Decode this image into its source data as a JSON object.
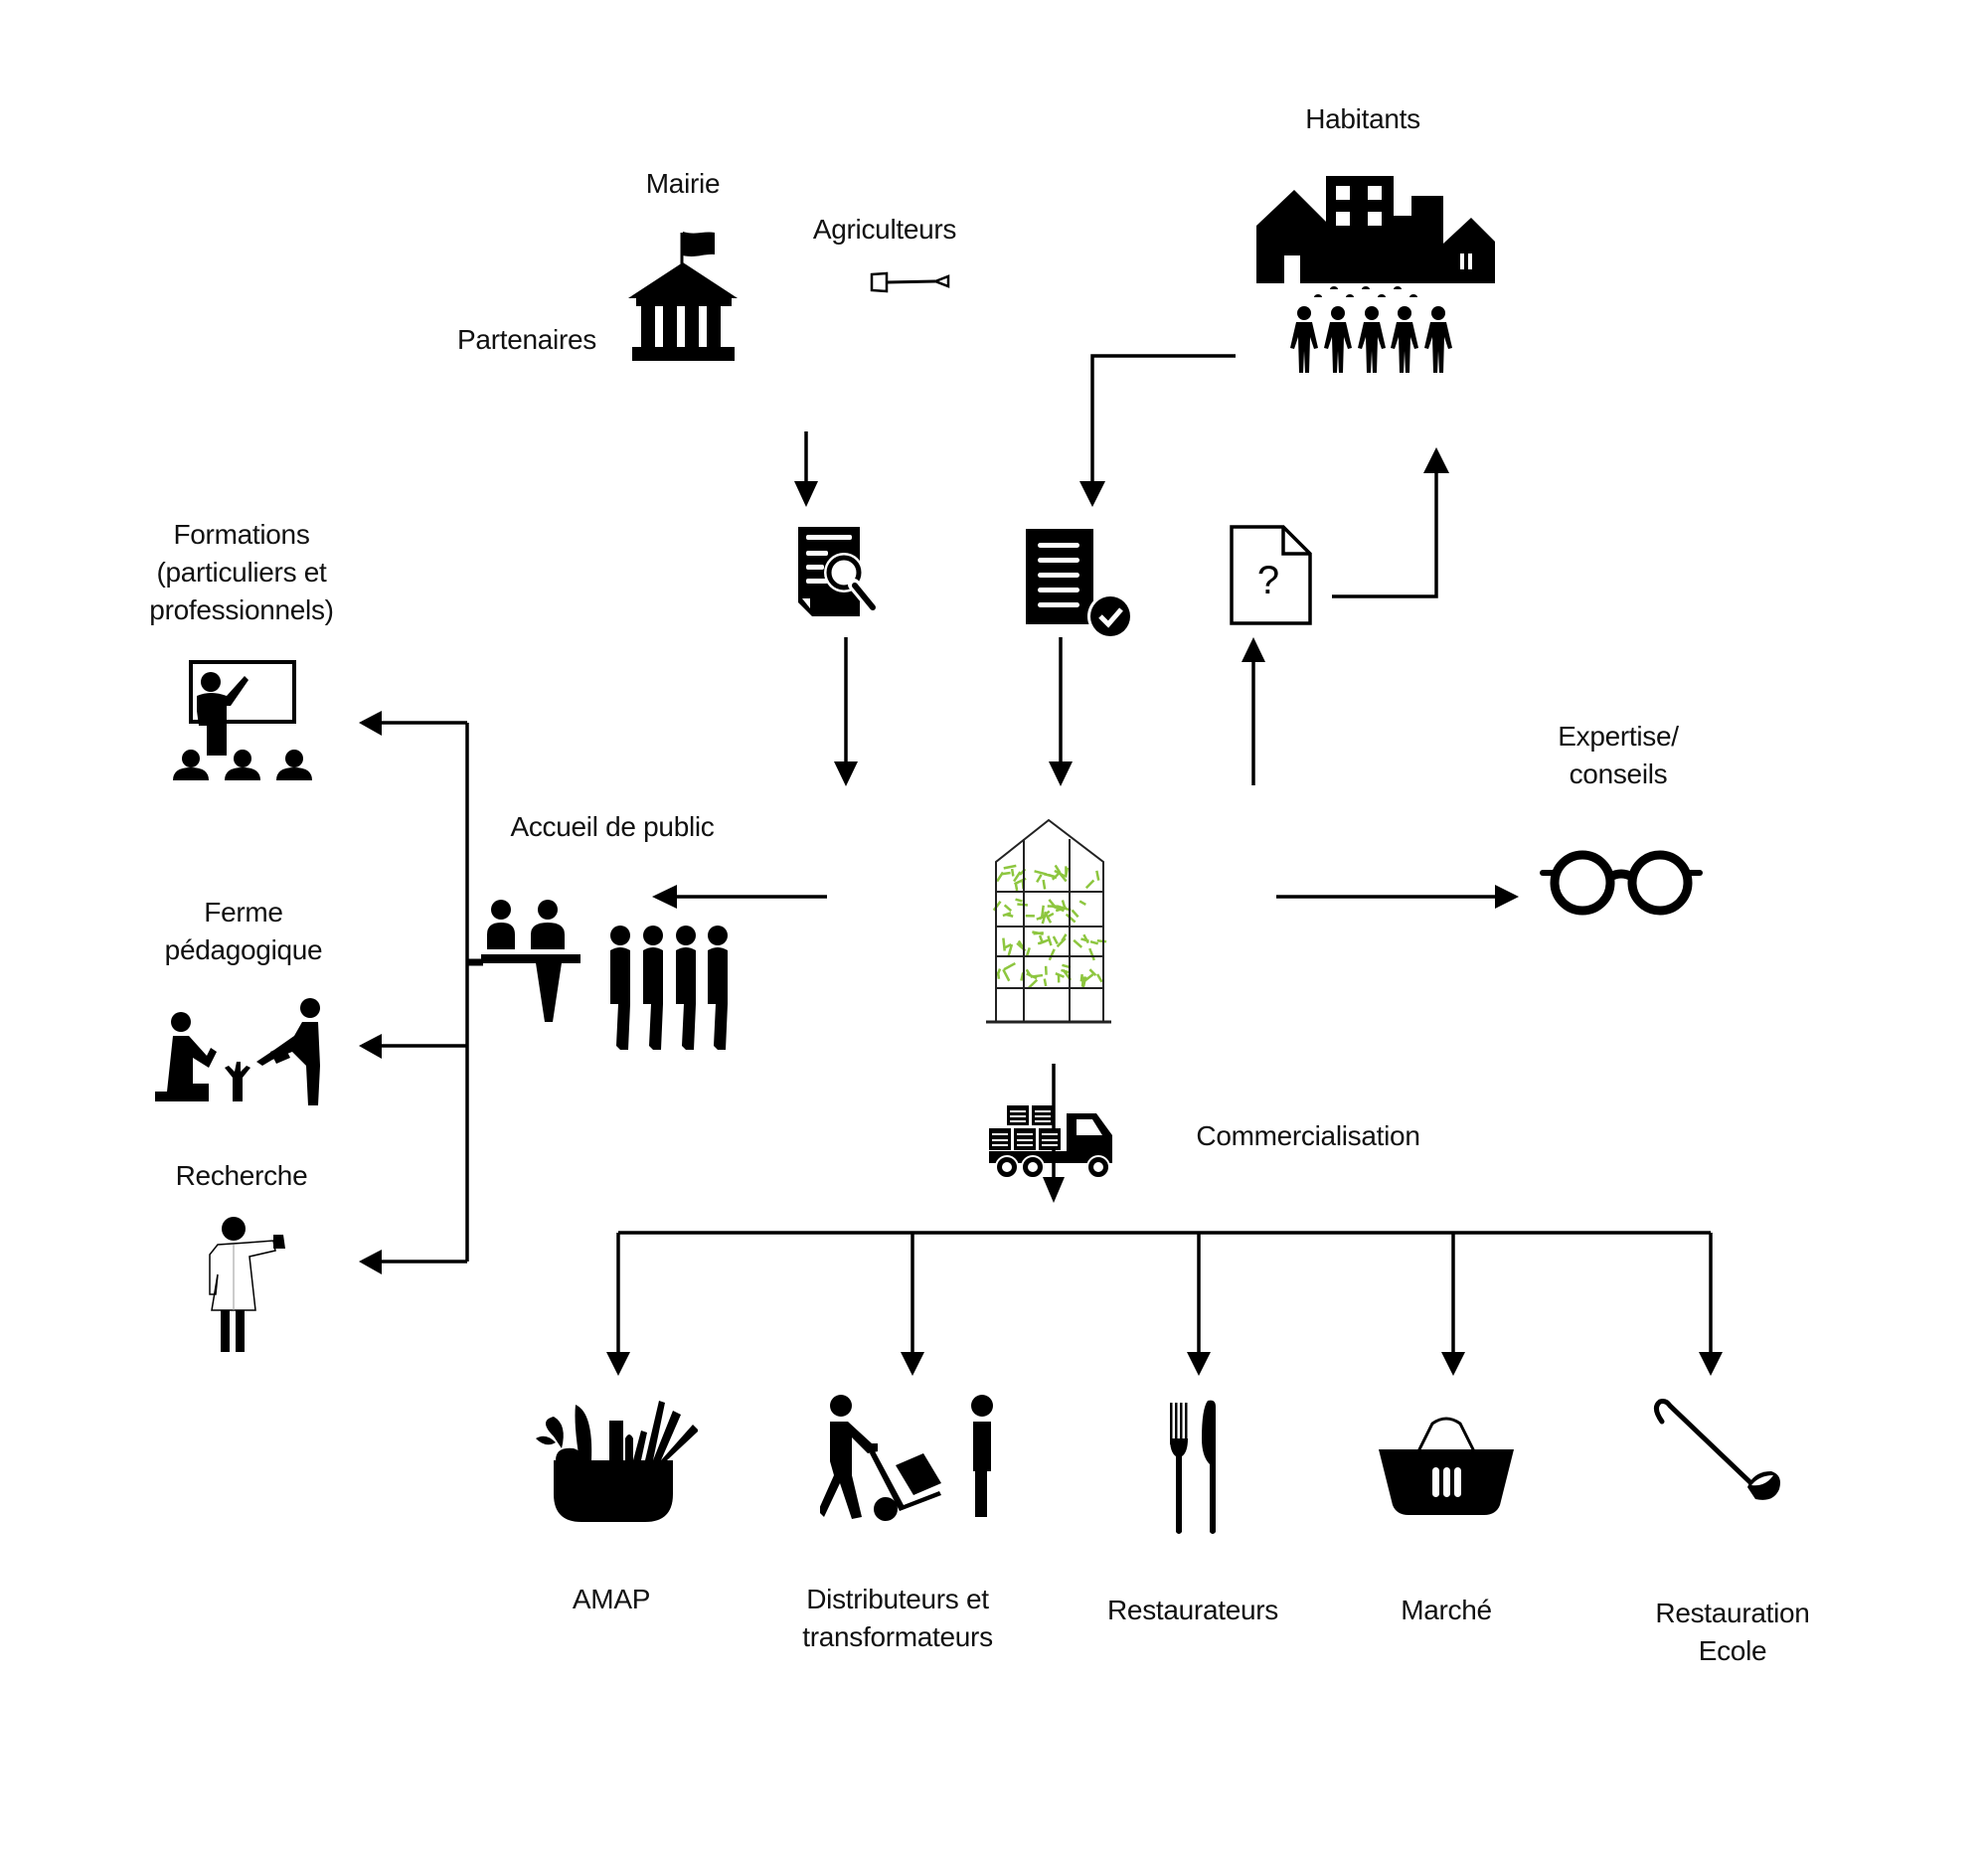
{
  "diagram": {
    "type": "flow",
    "center_node": {
      "id": "vertical-farm",
      "icon": "vertical-greenhouse-icon",
      "accent_color": "#8dc63f"
    },
    "inputs": {
      "mairie": {
        "label": "Mairie",
        "icon": "town-hall-icon"
      },
      "partenaires": {
        "label": "Partenaires"
      },
      "agriculteurs": {
        "label": "Agriculteurs",
        "icon": "shovel-icon"
      },
      "habitants": {
        "label": "Habitants",
        "icon": "city-residents-icon"
      }
    },
    "documents": {
      "analysis": {
        "icon": "document-search-icon"
      },
      "approved": {
        "icon": "document-check-icon"
      },
      "question": {
        "icon": "document-question-icon",
        "glyph": "?"
      }
    },
    "outputs_left": {
      "accueil": {
        "label": "Accueil de public",
        "icon": "reception-desk-queue-icon"
      },
      "formations": {
        "lines": [
          "Formations",
          "(particuliers et",
          "professionnels)"
        ],
        "icon": "teacher-classroom-icon"
      },
      "ferme": {
        "lines": [
          "Ferme",
          "pédagogique"
        ],
        "icon": "gardening-people-icon"
      },
      "recherche": {
        "label": "Recherche",
        "icon": "scientist-icon"
      }
    },
    "outputs_right": {
      "expertise": {
        "lines": [
          "Expertise/",
          "conseils"
        ],
        "icon": "glasses-icon"
      }
    },
    "commercialisation": {
      "label": "Commercialisation",
      "icon": "delivery-truck-icon",
      "channels": [
        {
          "lines": [
            "AMAP"
          ],
          "icon": "food-basket-icon"
        },
        {
          "lines": [
            "Distributeurs et",
            "transformateurs"
          ],
          "icon": "hand-truck-delivery-icon"
        },
        {
          "lines": [
            "Restaurateurs"
          ],
          "icon": "fork-knife-icon"
        },
        {
          "lines": [
            "Marché"
          ],
          "icon": "shopping-basket-icon"
        },
        {
          "lines": [
            "Restauration",
            "Ecole"
          ],
          "icon": "ladle-icon"
        }
      ]
    }
  }
}
